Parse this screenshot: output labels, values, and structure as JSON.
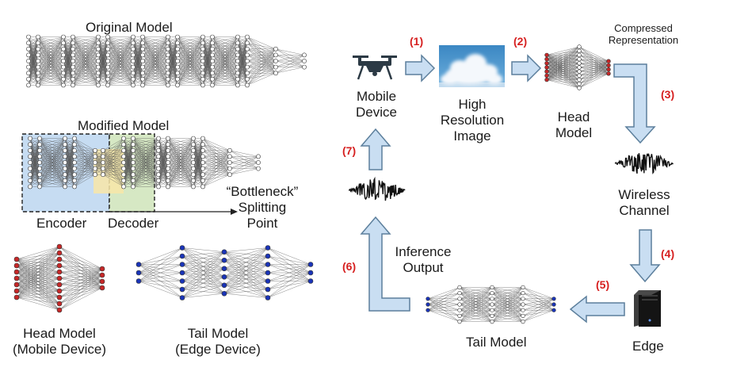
{
  "left": {
    "original_model": "Original Model",
    "modified_model": "Modified Model",
    "encoder": "Encoder",
    "decoder": "Decoder",
    "bottleneck_line1": "“Bottleneck”",
    "bottleneck_line2": "Splitting",
    "bottleneck_line3": "Point",
    "head_model_line1": "Head Model",
    "head_model_line2": "(Mobile Device)",
    "tail_model_line1": "Tail Model",
    "tail_model_line2": "(Edge Device)"
  },
  "flow": {
    "mobile_device_line1": "Mobile",
    "mobile_device_line2": "Device",
    "image_line1": "High",
    "image_line2": "Resolution",
    "image_line3": "Image",
    "head_model_line1": "Head",
    "head_model_line2": "Model",
    "compressed_line1": "Compressed",
    "compressed_line2": "Representation",
    "wireless_line1": "Wireless",
    "wireless_line2": "Channel",
    "edge": "Edge",
    "tail_model": "Tail Model",
    "inference_line1": "Inference",
    "inference_line2": "Output",
    "steps": [
      "(1)",
      "(2)",
      "(3)",
      "(4)",
      "(5)",
      "(6)",
      "(7)"
    ]
  },
  "colors": {
    "head_nodes": "#c62828",
    "tail_nodes": "#1a34b8",
    "plain_nodes": "#ffffff",
    "arrow_fill": "#c9def2",
    "arrow_stroke": "#5c7f9c",
    "step_label": "#d61f1f",
    "encoder_region": "#c6dcf2",
    "decoder_region": "#d6e8c4",
    "bottleneck_region": "#f8e6a8"
  },
  "icons": [
    "drone-icon",
    "cloud-photo",
    "waveform-icon",
    "server-tower-icon"
  ]
}
